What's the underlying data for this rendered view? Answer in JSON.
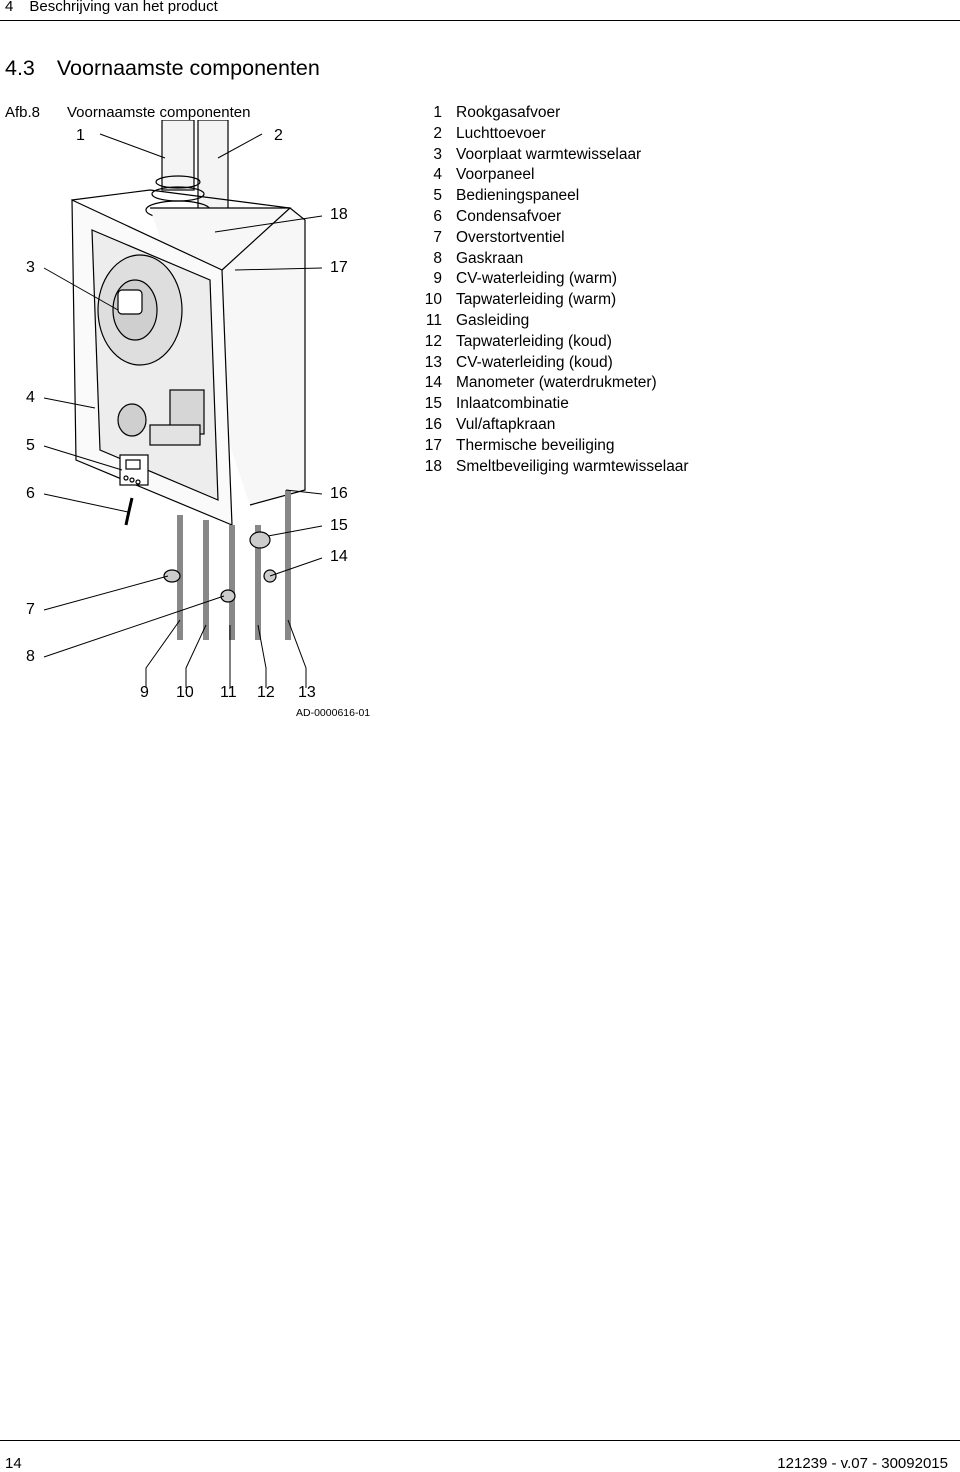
{
  "header": {
    "chapter_num": "4",
    "chapter_title": "Beschrijving van het product"
  },
  "section": {
    "num": "4.3",
    "title": "Voornaamste componenten"
  },
  "figure": {
    "label": "Afb.8",
    "title": "Voornaamste componenten",
    "code": "AD-0000616-01"
  },
  "callouts": [
    "1",
    "2",
    "3",
    "4",
    "5",
    "6",
    "7",
    "8",
    "9",
    "10",
    "11",
    "12",
    "13",
    "14",
    "15",
    "16",
    "17",
    "18"
  ],
  "legend": [
    {
      "n": "1",
      "label": "Rookgasafvoer"
    },
    {
      "n": "2",
      "label": "Luchttoevoer"
    },
    {
      "n": "3",
      "label": "Voorplaat warmtewisselaar"
    },
    {
      "n": "4",
      "label": "Voorpaneel"
    },
    {
      "n": "5",
      "label": "Bedieningspaneel"
    },
    {
      "n": "6",
      "label": "Condensafvoer"
    },
    {
      "n": "7",
      "label": "Overstortventiel"
    },
    {
      "n": "8",
      "label": "Gaskraan"
    },
    {
      "n": "9",
      "label": "CV-waterleiding (warm)"
    },
    {
      "n": "10",
      "label": "Tapwaterleiding (warm)"
    },
    {
      "n": "11",
      "label": "Gasleiding"
    },
    {
      "n": "12",
      "label": "Tapwaterleiding (koud)"
    },
    {
      "n": "13",
      "label": "CV-waterleiding (koud)"
    },
    {
      "n": "14",
      "label": "Manometer (waterdrukmeter)"
    },
    {
      "n": "15",
      "label": "Inlaatcombinatie"
    },
    {
      "n": "16",
      "label": "Vul/aftapkraan"
    },
    {
      "n": "17",
      "label": "Thermische beveiliging"
    },
    {
      "n": "18",
      "label": "Smeltbeveiliging warmtewisselaar"
    }
  ],
  "footer": {
    "page": "14",
    "doc_ref": "121239 - v.07 - 30092015"
  }
}
